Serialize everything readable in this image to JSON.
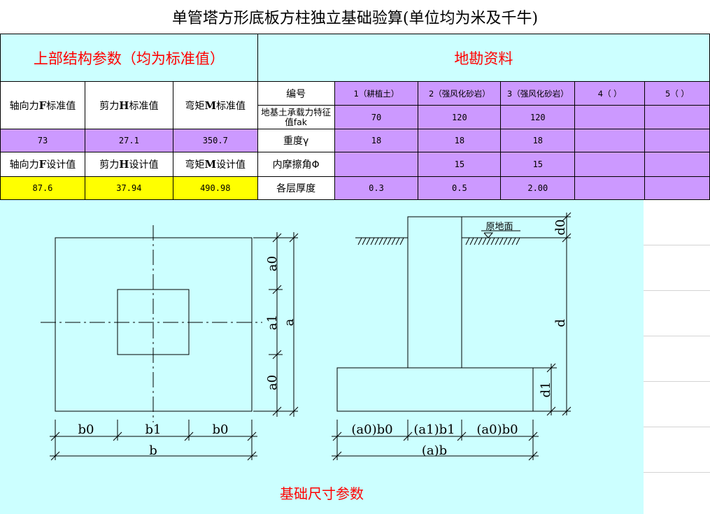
{
  "title": "单管塔方形底板方柱独立基础验算(单位均为米及千牛)",
  "upper": {
    "heading": "上部结构参数（均为标准值）",
    "std_labels": [
      {
        "pre": "轴向力",
        "sym": "F",
        "post": "标准值"
      },
      {
        "pre": "剪力",
        "sym": "H",
        "post": "标准值"
      },
      {
        "pre": "弯矩",
        "sym": "M",
        "post": "标准值"
      }
    ],
    "std_values": [
      "73",
      "27.1",
      "350.7"
    ],
    "design_labels": [
      {
        "pre": "轴向力",
        "sym": "F",
        "post": "设计值"
      },
      {
        "pre": "剪力",
        "sym": "H",
        "post": "设计值"
      },
      {
        "pre": "弯矩",
        "sym": "M",
        "post": "设计值"
      }
    ],
    "design_values": [
      "87.6",
      "37.94",
      "490.98"
    ]
  },
  "soil": {
    "heading": "地勘资料",
    "row_labels": [
      "编号",
      "地基土承载力特征值fak",
      "重度γ",
      "内摩擦角Φ",
      "各层厚度"
    ],
    "columns": [
      "1（耕植土）",
      "2（强风化砂岩）",
      "3（强风化砂岩）",
      "4（ ）",
      "5（ ）"
    ],
    "fak": [
      "70",
      "120",
      "120",
      "",
      ""
    ],
    "gamma": [
      "18",
      "18",
      "18",
      "",
      ""
    ],
    "phi": [
      "",
      "15",
      "15",
      "",
      ""
    ],
    "thickness": [
      "0.3",
      "0.5",
      "2.00",
      "",
      ""
    ]
  },
  "drawing": {
    "plan": {
      "a0_top": "a0",
      "a1": "a1",
      "a": "a",
      "a0_bottom": "a0",
      "b0_left": "b0",
      "b1": "b1",
      "b0_right": "b0",
      "b": "b"
    },
    "section": {
      "ground": "原地面",
      "d0": "d0",
      "d": "d",
      "d1": "d1",
      "seg1": "(a0)b0",
      "seg2": "(a1)b1",
      "seg3": "(a0)b0",
      "total": "(a)b"
    },
    "caption": "基础尺寸参数"
  },
  "colors": {
    "cyan": "#ccffff",
    "purple": "#cc99ff",
    "yellow": "#ffff00",
    "red": "#ff0000"
  }
}
